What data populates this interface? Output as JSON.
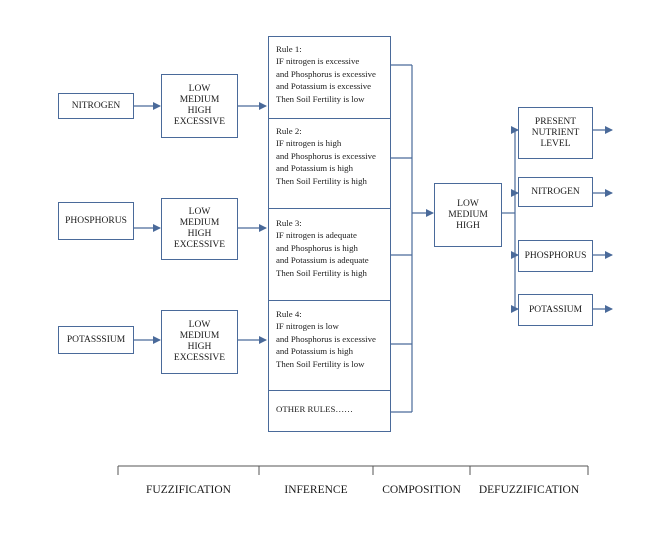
{
  "inputs": {
    "nitrogen": "NITROGEN",
    "phosphorus": "PHOSPHORUS",
    "potassium": "POTASSSIUM"
  },
  "fuzzy_sets": {
    "nitrogen": [
      "LOW",
      "MEDIUM",
      "HIGH",
      "EXCESSIVE"
    ],
    "phosphorus": [
      "LOW",
      "MEDIUM",
      "HIGH",
      "EXCESSIVE"
    ],
    "potassium": [
      "LOW",
      "MEDIUM",
      "HIGH",
      "EXCESSIVE"
    ]
  },
  "rules": [
    {
      "title": "Rule 1:",
      "lines": [
        "IF nitrogen is excessive",
        "and Phosphorus is excessive",
        "and Potassium is excessive",
        "Then Soil Fertility is low"
      ]
    },
    {
      "title": "Rule 2:",
      "lines": [
        "IF nitrogen is high",
        "and Phosphorus is excessive",
        "and Potassium is high",
        "Then Soil Fertility is high"
      ]
    },
    {
      "title": "Rule 3:",
      "lines": [
        "IF nitrogen is adequate",
        "and Phosphorus is high",
        "and Potassium is adequate",
        "Then Soil Fertility is high"
      ]
    },
    {
      "title": "Rule 4:",
      "lines": [
        "IF nitrogen is low",
        "and Phosphorus is excessive",
        "and Potassium is high",
        "Then Soil Fertility is low"
      ]
    }
  ],
  "other_rules": "OTHER RULES……",
  "composition_output": [
    "LOW",
    "MEDIUM",
    "HIGH"
  ],
  "outputs": {
    "present_nutrient_level": [
      "PRESENT",
      "NUTRIENT",
      "LEVEL"
    ],
    "nitrogen": "NITROGEN",
    "phosphorus": "PHOSPHORUS",
    "potassium": "POTASSIUM"
  },
  "stages": [
    "FUZZIFICATION",
    "INFERENCE",
    "COMPOSITION",
    "DEFUZZIFICATION"
  ],
  "colors": {
    "box_border": "#4a6a9a",
    "arrow": "#4a6a9a",
    "text": "#1a1a1a"
  }
}
